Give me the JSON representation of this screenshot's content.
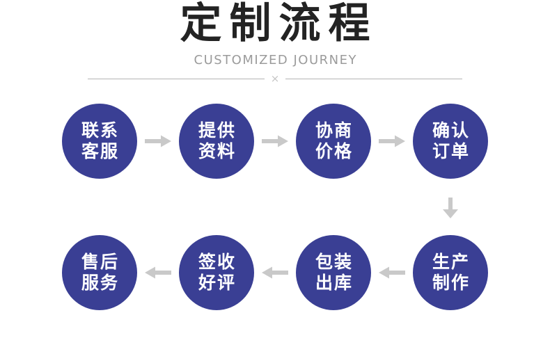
{
  "header": {
    "title": "定制流程",
    "subtitle": "CUSTOMIZED JOURNEY",
    "divider_mark": "×"
  },
  "colors": {
    "circle_fill": "#3a3f94",
    "circle_text": "#ffffff",
    "arrow": "#c9c9c9",
    "title_text": "#232323",
    "subtitle_text": "#9b9b9b",
    "divider_line": "#b3b3b3",
    "background": "#ffffff"
  },
  "flow": {
    "row1": {
      "direction": "right",
      "steps": [
        {
          "line1": "联系",
          "line2": "客服"
        },
        {
          "line1": "提供",
          "line2": "资料"
        },
        {
          "line1": "协商",
          "line2": "价格"
        },
        {
          "line1": "确认",
          "line2": "订单"
        }
      ]
    },
    "connector_direction": "down",
    "row2": {
      "direction": "left",
      "steps": [
        {
          "line1": "售后",
          "line2": "服务"
        },
        {
          "line1": "签收",
          "line2": "好评"
        },
        {
          "line1": "包装",
          "line2": "出库"
        },
        {
          "line1": "生产",
          "line2": "制作"
        }
      ]
    }
  }
}
